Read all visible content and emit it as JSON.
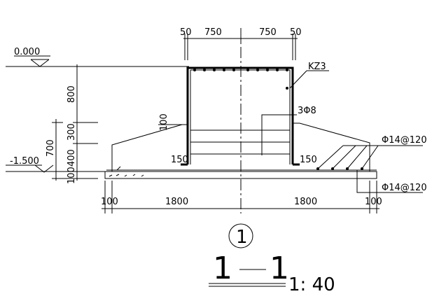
{
  "elevations": {
    "top": "0.000",
    "bottom": "-1.500"
  },
  "column": {
    "label": "KZ3"
  },
  "rebar": {
    "stirrup": "3Φ8",
    "top_mesh": "Φ14@120",
    "bottom_mesh": "Φ14@120"
  },
  "dims": {
    "top": [
      "50",
      "750",
      "750",
      "50"
    ],
    "bottom": [
      "100",
      "1800",
      "1800",
      "100"
    ],
    "left": [
      "800",
      "300",
      "400",
      "700",
      "100",
      "100"
    ],
    "corner_left": "150",
    "corner_right": "150"
  },
  "detail_marker": "1",
  "section": {
    "left": "1",
    "right": "1",
    "scale": "1: 40"
  }
}
